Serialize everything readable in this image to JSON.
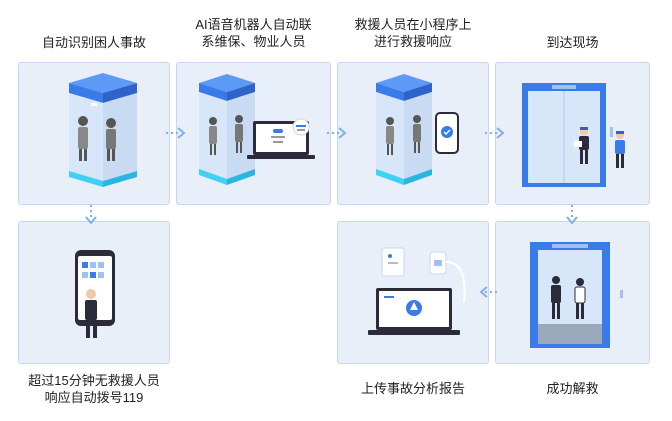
{
  "steps": [
    {
      "label": "自动识别困人事故"
    },
    {
      "label": "AI语音机器人自动联\n系维保、物业人员"
    },
    {
      "label": "救援人员在小程序上\n进行救援响应"
    },
    {
      "label": "到达现场"
    },
    {
      "label": "超过15分钟无救援人员\n响应自动拨号119"
    },
    {
      "label": "上传事故分析报告"
    },
    {
      "label": "成功解救"
    }
  ],
  "colors": {
    "card_bg": "#e9eff9",
    "card_border": "#c7d6f2",
    "accent_blue": "#3a7bea",
    "elevator_cyan": "#3fd0f5",
    "dark_figure": "#2b2b3a",
    "arrow": "#7fb0ee"
  }
}
